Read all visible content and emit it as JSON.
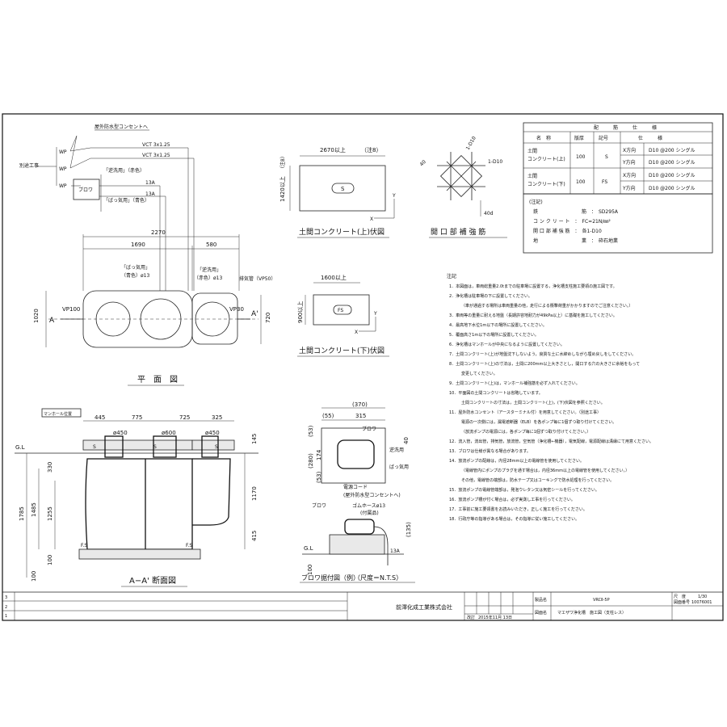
{
  "wiring": {
    "outdoor_outlet": "屋外防水型コンセントへ",
    "vct1": "VCT 3x1.25",
    "vct2": "VCT 3x1.25",
    "separate_work": "別途工事",
    "wp": "WP",
    "blower": "ブロワ",
    "backwash_line": "「逆洗用」（赤色）",
    "aeration_line": "「ばっ気用」（青色）",
    "pipe_13a_1": "13A",
    "pipe_13a_2": "13A"
  },
  "plan": {
    "dim_2270": "2270",
    "dim_1690": "1690",
    "dim_580": "580",
    "aeration_label": "「ばっ気用」",
    "aeration_color": "（青色）ø13",
    "backwash_label": "「逆洗用」",
    "backwash_color": "（赤色）ø13",
    "exhaust": "排気管（VP50）",
    "inlet": "VP100",
    "outlet": "VP30",
    "section_a": "A",
    "section_a2": "A'",
    "dim_1020": "1020",
    "dim_720": "720",
    "title": "平　面　図"
  },
  "slab_upper": {
    "dim_w": "2670以上",
    "note": "（注8）",
    "dim_h": "1420以上",
    "dim_h_note": "（注8）",
    "mark": "S",
    "axis_x": "X",
    "axis_y": "Y",
    "title": "土間コンクリート(上)伏図"
  },
  "opening": {
    "lbl1": "1-D10",
    "lbl2": "1-D10",
    "lbl_40": "40",
    "lbl_40d": "40d",
    "title": "開 口 部 補 強 筋"
  },
  "rebar_table": {
    "head_main": "配　　　筋　　　仕　　　様",
    "head_name": "名　称",
    "head_thk": "版厚",
    "head_code": "記号",
    "head_spec": "仕　　　様",
    "rows": [
      {
        "name": "土間",
        "name2": "コンクリート(上)",
        "thk": "100",
        "code": "S",
        "dir1": "X方向",
        "spec1": "D10 @200 シングル",
        "dir2": "Y方向",
        "spec2": "D10 @200 シングル"
      },
      {
        "name": "土間",
        "name2": "コンクリート(下)",
        "thk": "100",
        "code": "FS",
        "dir1": "X方向",
        "spec1": "D10 @200 シングル",
        "dir2": "Y方向",
        "spec2": "D10 @200 シングル"
      }
    ]
  },
  "notes_box": {
    "title": "(注記)",
    "line1": "鉄　　　　　　　　　筋　：　SD295A",
    "line2": "コ ン ク リ ー ト　：　FC=21N/㎜²",
    "line3": "開 口 部 補 強 筋　：　各1-D10",
    "line4": "地　　　　　　　　　業　：　砕石地業"
  },
  "slab_lower": {
    "dim_w": "1600以上",
    "dim_h": "900以上",
    "mark": "FS",
    "axis_x": "X",
    "axis_y": "Y",
    "title": "土間コンクリート(下)伏図"
  },
  "notes": {
    "heading": "注記",
    "items": [
      "1．本図面は，車両総重量2.0tまでの駐車場に設置する，浄化槽支柱施工要領の施工図です。",
      "2．浄化槽は駐車場の下に設置してください。",
      "（車が通過する場所は車両重量の他，走行による衝撃荷重がかかりますのでご注意ください。）",
      "3．車両等の重量に耐える地盤（長期許容地耐力が49kPa以上）に基礎を施工してください。",
      "4．最高地下水位1m以下の場所に設置してください。",
      "5．覆面高さ1m以下の場所に設置してください。",
      "6．浄化槽はマンホールが中央になるように設置してください。",
      "7．土間コンクリート(上)が地盤沈下しないよう，良質な土に水締めしながら埋め戻しをしてください。",
      "8．土間コンクリート(上)の寸法は，土間に200mm以上大きさとし，開口する穴の大きさに余裕をもって",
      "変更してください。",
      "9．土間コンクリート(上)は，マンホール補強筋を必ず入れてください。",
      "10．平面図の土間コンクリートは省略しています。",
      "土間コンクリートの寸法は，土間コンクリート(上)，(下)伏図を参照ください。",
      "11．屋外防水コンセント（アースターミナル付）を用意してください。（別途工事）",
      "電源の一次側には，漏電遮断器（ELB）を各ポンプ毎に1個ずつ取り付けてください。",
      "（放流ポンプの電源には，各ポンプ毎に1個ずつ取り付けてください。）",
      "12．流入管，流出管，排気管，放流管，空気管（浄化槽←機器），電気配線，電源配線は溝縁にて用意ください。",
      "13．ブロワは仕様が異なる場合があります。",
      "14．放流ポンプの配線は，内径28mm以上の電線管を使用してください。",
      "（電線管内にポンプのプラグを通す場合は，内径36mm以上の電線管を使用してください。）",
      "その他，電線管の端部は，防水テープ又はコーキングで防水処理を行ってください。",
      "15．放流ポンプの電線管端部は，発泡ウレタン又は気密シールを行ってください。",
      "16．放流ポンプ槽が付く場合は，必ず実測し工事を行ってください。",
      "17．工事前に施工要領書をお読みいただき，正しく施工を行ってください。",
      "18．行政庁等の指導がある場合は，その指導に従い施工してください。"
    ]
  },
  "section": {
    "manhole_pos": "マンホール位置",
    "d445": "445",
    "d775": "775",
    "d725": "725",
    "d325": "325",
    "mh1": "ø450",
    "mh2": "ø600",
    "mh3": "ø450",
    "gl": "G.L",
    "d145": "145",
    "d330": "330",
    "d1785": "1785",
    "d1485": "1485",
    "d1255": "1255",
    "d1170": "1170",
    "d415": "415",
    "d100a": "100",
    "d100b": "100",
    "fs1": "F.S",
    "fs2": "F.S",
    "s": "S",
    "title": "A−A' 断面図"
  },
  "blower_detail": {
    "d370": "(370)",
    "d55": "(55)",
    "d315": "315",
    "d53a": "(53)",
    "d280": "(280)",
    "d174": "174",
    "d53b": "(53)",
    "d40": "40",
    "blower": "ブロワ",
    "backwash": "逆洗用",
    "aeration": "ばっ気用",
    "cord": "電源コード",
    "cord_to": "(屋外防水型コンセントへ)",
    "blower2": "ブロワ",
    "hose": "ゴムホースø13",
    "hose_note": "(付属品)",
    "d135": "(135)",
    "gl": "G.L",
    "d100": "100",
    "d13a": "13A",
    "title": "ブロワ据付図（例）",
    "scale": "（尺度＝N.T.S）"
  },
  "titleblock": {
    "company": "前澤化成工業株式会社",
    "model_label": "製品名",
    "model": "VRCⅡ-5P",
    "scale_label": "尺　度",
    "scale": "1/30",
    "drawing_label": "図面名",
    "drawing": "マエザワ浄化槽　施工図（支柱レス）",
    "number_label": "図面番号",
    "number": "10076001",
    "date": "2015年11月 13日",
    "date_label": "改訂"
  }
}
